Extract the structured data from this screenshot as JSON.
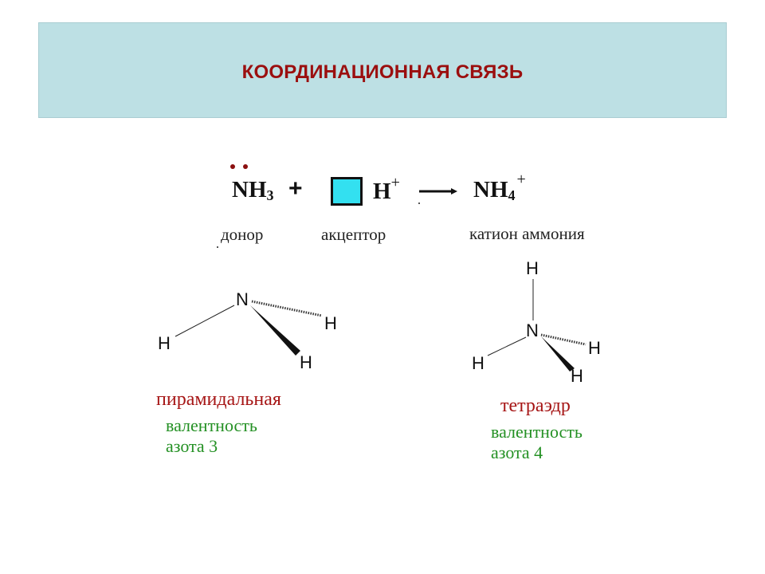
{
  "slide": {
    "title": "КООРДИНАЦИОННАЯ СВЯЗЬ"
  },
  "equation": {
    "donor_formula": "NH",
    "donor_subscript": "3",
    "plus": "+",
    "acceptor_formula": "H",
    "acceptor_charge": "+",
    "product_formula": "NH",
    "product_subscript": "4",
    "product_charge": "+"
  },
  "labels": {
    "donor": "донор",
    "acceptor": "акцептор",
    "product": "катион аммония"
  },
  "molecule_nh3": {
    "center": "N",
    "h_left": "H",
    "h_right": "H",
    "h_bottom": "H"
  },
  "molecule_nh4": {
    "center": "N",
    "h_top": "H",
    "h_left": "H",
    "h_right": "H",
    "h_bottom": "H"
  },
  "captions": {
    "nh3_shape": "пирамидальная",
    "nh3_valence_line1": "валентность",
    "nh3_valence_line2": "азота 3",
    "nh4_shape": "тетраэдр",
    "nh4_valence_line1": "валентность",
    "nh4_valence_line2": "азота 4"
  },
  "colors": {
    "title_bg": "#bde0e4",
    "title_text": "#9b0f0f",
    "acceptor_box": "#33e0f0",
    "shape_caption": "#a61515",
    "valence_caption": "#239023"
  }
}
